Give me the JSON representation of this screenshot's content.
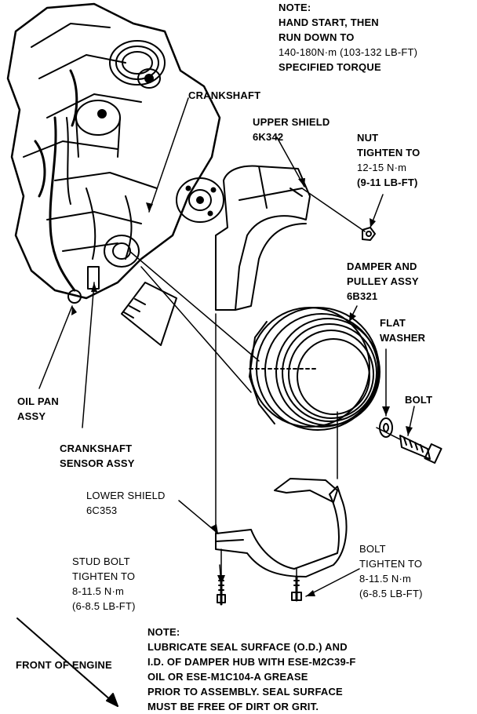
{
  "notes": {
    "top": {
      "line1": "NOTE:",
      "line2": "HAND START, THEN",
      "line3": "RUN DOWN TO",
      "line4": "140-180N·m (103-132  LB-FT)",
      "line5": "SPECIFIED TORQUE"
    },
    "bottom": {
      "line1": "NOTE:",
      "line2": "LUBRICATE SEAL SURFACE (O.D.) AND",
      "line3": "I.D. OF DAMPER HUB WITH ESE-M2C39-F",
      "line4": "OIL OR ESE-M1C104-A GREASE",
      "line5": "PRIOR TO ASSEMBLY. SEAL SURFACE",
      "line6": "MUST BE FREE OF DIRT OR GRIT."
    }
  },
  "labels": {
    "crankshaft": "CRANKSHAFT",
    "upper_shield": {
      "name": "UPPER SHIELD",
      "part": "6K342"
    },
    "nut": {
      "name": "NUT",
      "line2": "TIGHTEN TO",
      "line3": "12-15 N·m",
      "line4": "(9-11 LB-FT)"
    },
    "damper": {
      "line1": "DAMPER AND",
      "line2": "PULLEY ASSY",
      "part": "6B321"
    },
    "flat_washer": {
      "line1": "FLAT",
      "line2": "WASHER"
    },
    "bolt": "BOLT",
    "oil_pan": {
      "line1": "OIL PAN",
      "line2": "ASSY"
    },
    "crankshaft_sensor": {
      "line1": "CRANKSHAFT",
      "line2": "SENSOR ASSY"
    },
    "lower_shield": {
      "name": "LOWER SHIELD",
      "part": "6C353"
    },
    "stud_bolt": {
      "name": "STUD BOLT",
      "line2": "TIGHTEN TO",
      "line3": "8-11.5 N·m",
      "line4": "(6-8.5 LB-FT)"
    },
    "bolt_lower": {
      "name": "BOLT",
      "line2": "TIGHTEN TO",
      "line3": "8-11.5 N·m",
      "line4": "(6-8.5 LB-FT)"
    },
    "front_of_engine": "FRONT OF ENGINE"
  }
}
